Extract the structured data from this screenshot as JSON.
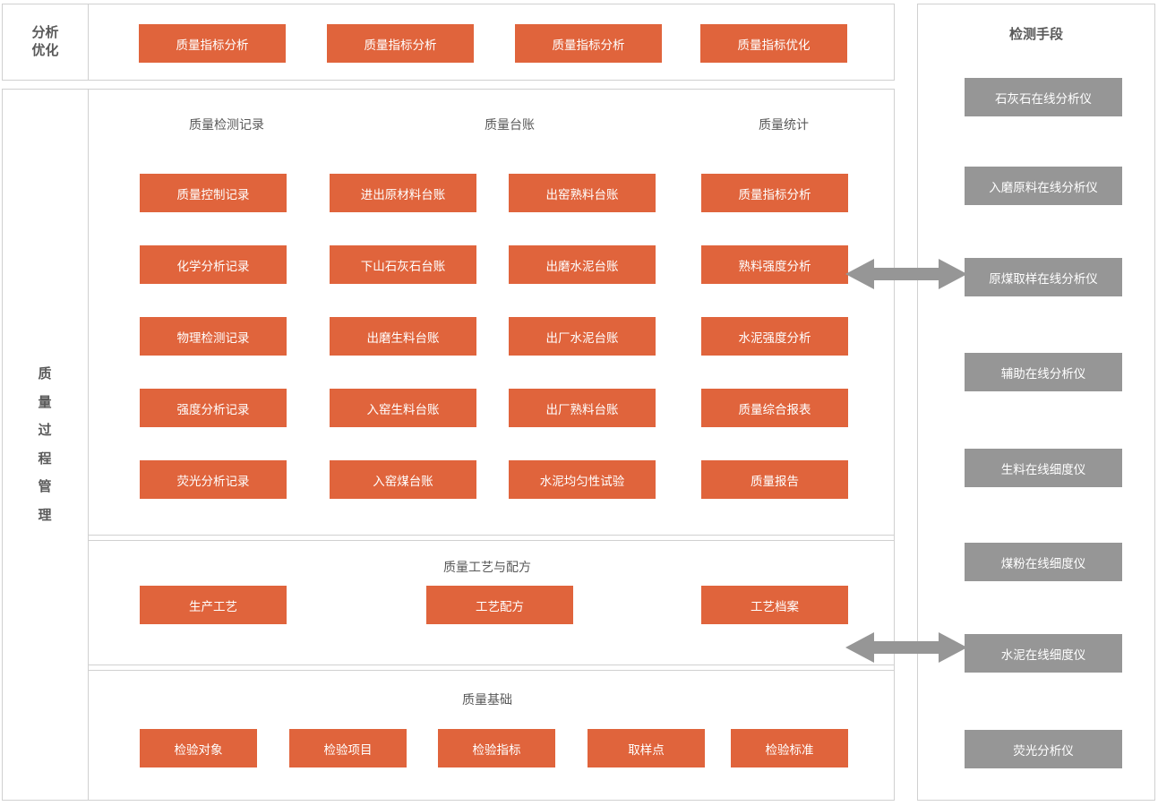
{
  "colors": {
    "orange": "#E0643C",
    "gray_box": "#969696",
    "border": "#d0d0d0",
    "text": "#595959",
    "arrow": "#969696"
  },
  "top_band": {
    "label": "分析\n优化",
    "label_line1": "分析",
    "label_line2": "优化",
    "boxes": [
      {
        "label": "质量指标分析"
      },
      {
        "label": "质量指标分析"
      },
      {
        "label": "质量指标分析"
      },
      {
        "label": "质量指标优化"
      }
    ]
  },
  "main_panel": {
    "side_label": "质量过程管理",
    "column_titles": [
      {
        "label": "质量检测记录"
      },
      {
        "label": "质量台账"
      },
      {
        "label": "质量统计"
      }
    ],
    "columns": [
      {
        "name": "质量检测记录",
        "boxes": [
          {
            "label": "质量控制记录"
          },
          {
            "label": "化学分析记录"
          },
          {
            "label": "物理检测记录"
          },
          {
            "label": "强度分析记录"
          },
          {
            "label": "荧光分析记录"
          }
        ]
      },
      {
        "name": "质量台账-左",
        "boxes": [
          {
            "label": "进出原材料台账"
          },
          {
            "label": "下山石灰石台账"
          },
          {
            "label": "出磨生料台账"
          },
          {
            "label": "入窑生料台账"
          },
          {
            "label": "入窑煤台账"
          }
        ]
      },
      {
        "name": "质量台账-右",
        "boxes": [
          {
            "label": "出窑熟料台账"
          },
          {
            "label": "出磨水泥台账"
          },
          {
            "label": "出厂水泥台账"
          },
          {
            "label": "出厂熟料台账"
          },
          {
            "label": "水泥均匀性试验"
          }
        ]
      },
      {
        "name": "质量统计",
        "boxes": [
          {
            "label": "质量指标分析"
          },
          {
            "label": "熟料强度分析"
          },
          {
            "label": "水泥强度分析"
          },
          {
            "label": "质量综合报表"
          },
          {
            "label": "质量报告"
          }
        ]
      }
    ],
    "process_section": {
      "title": "质量工艺与配方",
      "boxes": [
        {
          "label": "生产工艺"
        },
        {
          "label": "工艺配方"
        },
        {
          "label": "工艺档案"
        }
      ]
    },
    "basis_section": {
      "title": "质量基础",
      "boxes": [
        {
          "label": "检验对象"
        },
        {
          "label": "检验项目"
        },
        {
          "label": "检验指标"
        },
        {
          "label": "取样点"
        },
        {
          "label": "检验标准"
        }
      ]
    }
  },
  "right_panel": {
    "title": "检测手段",
    "items": [
      {
        "label": "石灰石在线分析仪"
      },
      {
        "label": "入磨原料在线分析仪"
      },
      {
        "label": "原煤取样在线分析仪"
      },
      {
        "label": "辅助在线分析仪"
      },
      {
        "label": "生料在线细度仪"
      },
      {
        "label": "煤粉在线细度仪"
      },
      {
        "label": "水泥在线细度仪"
      },
      {
        "label": "荧光分析仪"
      }
    ]
  },
  "connectors": [
    {
      "name": "bidirectional-arrow-upper",
      "from": "熟料强度分析",
      "to": "原煤取样在线分析仪"
    },
    {
      "name": "bidirectional-arrow-lower",
      "from": "工艺档案",
      "to": "水泥在线细度仪"
    }
  ]
}
